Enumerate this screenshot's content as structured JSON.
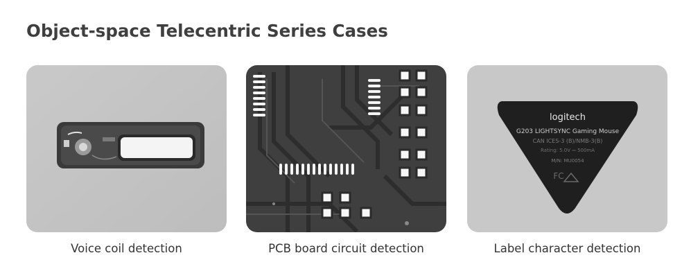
{
  "page": {
    "title": "Object-space Telecentric Series Cases"
  },
  "cases": [
    {
      "caption": "Voice coil detection"
    },
    {
      "caption": "PCB board circuit detection"
    },
    {
      "caption": "Label character detection",
      "label_text": {
        "brand": "logitech",
        "product": "G203 LIGHTSYNC Gaming Mouse",
        "compliance": "CAN ICES-3 (B)/NMB-3(B)",
        "rating": "Rating: 5.0V ⎓ 500mA",
        "model": "M/N: MU0054",
        "marks": "FC"
      }
    }
  ]
}
